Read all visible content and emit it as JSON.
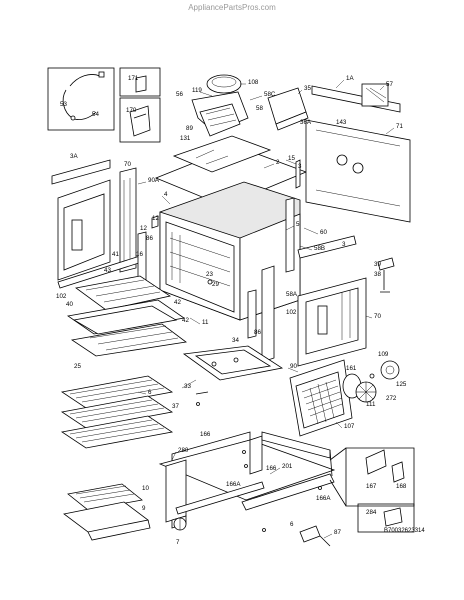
{
  "watermark": "AppliancePartsPros.com",
  "diagram_code": "B70032623314",
  "part_labels": [
    "1A",
    "57",
    "54",
    "53",
    "171",
    "170",
    "108",
    "119",
    "56",
    "58C",
    "58",
    "35",
    "36A",
    "143",
    "71",
    "89",
    "131",
    "15",
    "3",
    "2",
    "3A",
    "70",
    "90A",
    "4",
    "12",
    "12",
    "86",
    "16",
    "23",
    "29",
    "11",
    "5",
    "60",
    "58B",
    "39",
    "38",
    "41",
    "43",
    "102",
    "40",
    "42",
    "58A",
    "3",
    "70",
    "102",
    "42",
    "86",
    "25",
    "34",
    "90",
    "109",
    "161",
    "125",
    "272",
    "111",
    "107",
    "6",
    "33",
    "37",
    "166",
    "280",
    "201",
    "166A",
    "166",
    "166A",
    "167",
    "168",
    "10",
    "9",
    "284",
    "7",
    "6",
    "87"
  ]
}
